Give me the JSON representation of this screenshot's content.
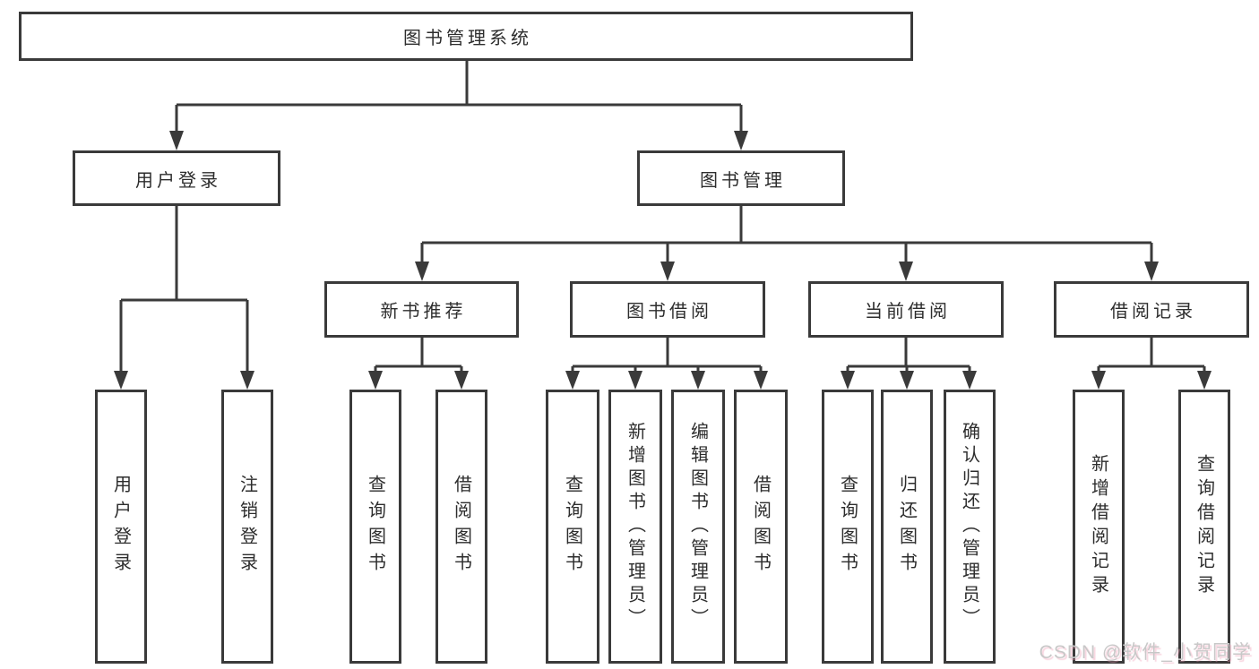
{
  "diagram": {
    "root": "图书管理系统",
    "branches": [
      {
        "label": "用户登录",
        "children": [
          "用户登录",
          "注销登录"
        ]
      },
      {
        "label": "图书管理",
        "groups": [
          {
            "label": "新书推荐",
            "children": [
              "查询图书",
              "借阅图书"
            ]
          },
          {
            "label": "图书借阅",
            "children": [
              "查询图书",
              "新增图书（管理员）",
              "编辑图书（管理员）",
              "借阅图书"
            ]
          },
          {
            "label": "当前借阅",
            "children": [
              "查询图书",
              "归还图书",
              "确认归还（管理员）"
            ]
          },
          {
            "label": "借阅记录",
            "children": [
              "新增借阅记录",
              "查询借阅记录"
            ]
          }
        ]
      }
    ]
  },
  "watermark": "CSDN @软件_小贺同学",
  "colors": {
    "line": "#3a3a3a",
    "text": "#2d2d2d",
    "box_fill": "#ffffff",
    "background": "#ffffff",
    "watermark": "#c8c8c8",
    "watermark_shadow": "#ef9db6"
  }
}
